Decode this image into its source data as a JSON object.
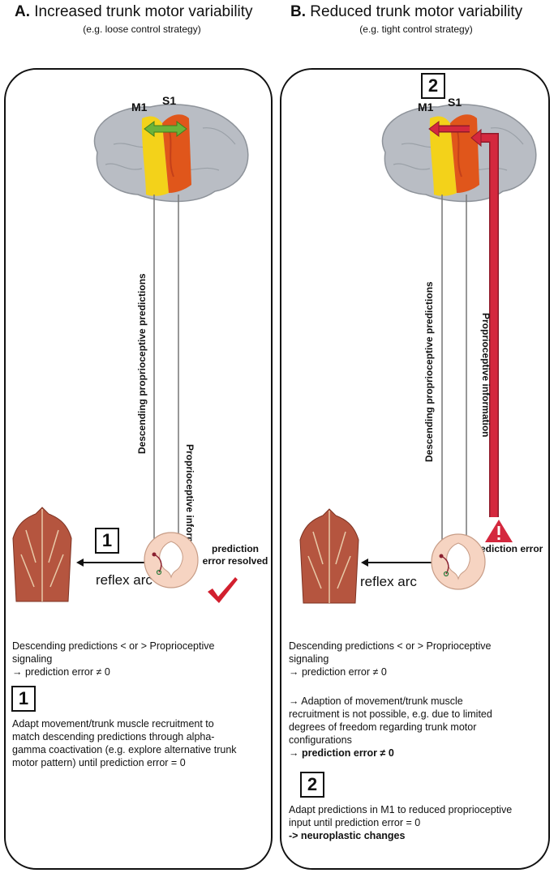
{
  "panel_a": {
    "title_letter": "A.",
    "title": "Increased trunk motor variability",
    "subtitle": "(e.g. loose control strategy)",
    "m1_label": "M1",
    "s1_label": "S1",
    "descending_label": "Descending proprioceptive predictions",
    "ascending_label": "Proprioceptive information",
    "step_number": "1",
    "reflex_label": "reflex arc",
    "resolved_line1": "prediction",
    "resolved_line2": "error resolved",
    "text_line1": "Descending predictions < or > Proprioceptive",
    "text_line2": "signaling",
    "text_line3": "→ prediction error ≠ 0",
    "box_number": "1",
    "adapt_line1": "Adapt movement/trunk muscle recruitment to",
    "adapt_line2": "match descending predictions through alpha-",
    "adapt_line3": "gamma coactivation (e.g. explore alternative trunk",
    "adapt_line4": "motor pattern) until prediction error = 0"
  },
  "panel_b": {
    "title_letter": "B.",
    "title": "Reduced trunk motor variability",
    "subtitle": "(e.g. tight control strategy)",
    "top_number": "2",
    "m1_label": "M1",
    "s1_label": "S1",
    "descending_label": "Descending proprioceptive predictions",
    "ascending_label": "Proprioceptive information",
    "reflex_label": "reflex arc",
    "error_label": "prediction error",
    "text_line1": "Descending predictions < or > Proprioceptive",
    "text_line2": "signaling",
    "text_line3": "→ prediction error ≠ 0",
    "adaption_line1": "→ Adaption of movement/trunk muscle",
    "adaption_line2": "recruitment is not possible, e.g. due to limited",
    "adaption_line3": "degrees of freedom regarding trunk motor",
    "adaption_line4": "configurations",
    "adaption_line5": "→ prediction error ≠ 0",
    "box_number": "2",
    "adapt_line1": "Adapt predictions in M1 to reduced proprioceptive",
    "adapt_line2": "input until prediction error = 0",
    "adapt_line3": "-> neuroplastic changes"
  },
  "colors": {
    "brain": "#b9bdc4",
    "m1": "#f3d21a",
    "s1": "#e0561b",
    "green_arrow": "#6bb33a",
    "red_arrow": "#d4283e",
    "checkmark": "#d21f2e"
  }
}
